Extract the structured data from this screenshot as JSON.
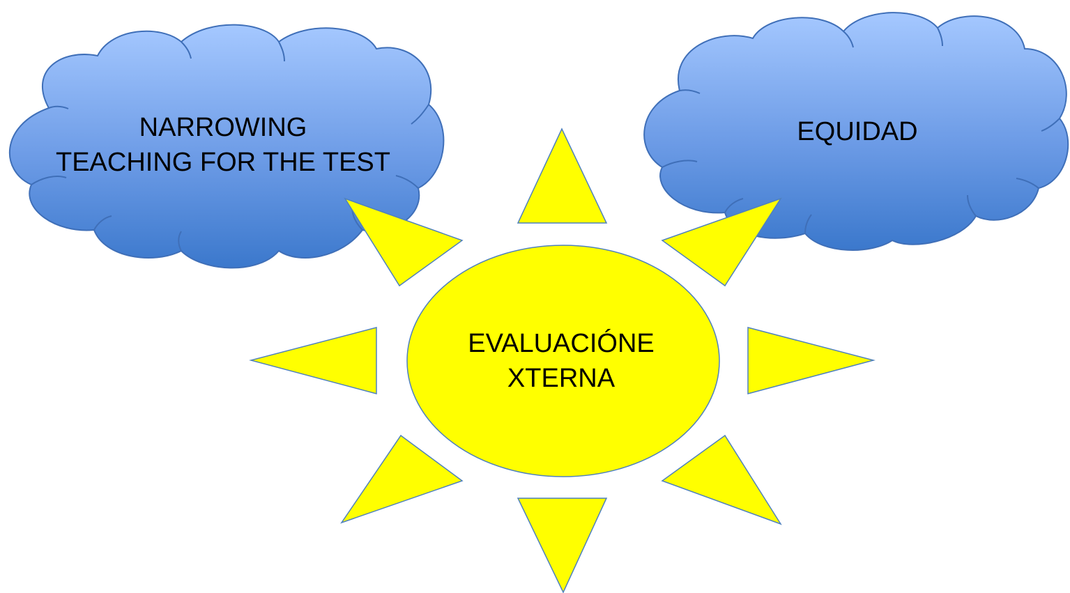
{
  "diagram": {
    "center": {
      "line1": "EVALUACIÓNE",
      "line2": "XTERNA"
    },
    "clouds": [
      {
        "line1": "NARROWING",
        "line2": "TEACHING FOR THE TEST"
      },
      {
        "line1": "EQUIDAD"
      }
    ],
    "colors": {
      "sun_fill": "#FFFF00",
      "sun_stroke": "#4F81BD",
      "cloud_top": "#9DC3FF",
      "cloud_bottom": "#3D7BD0",
      "cloud_stroke": "#3F6FB8"
    }
  }
}
